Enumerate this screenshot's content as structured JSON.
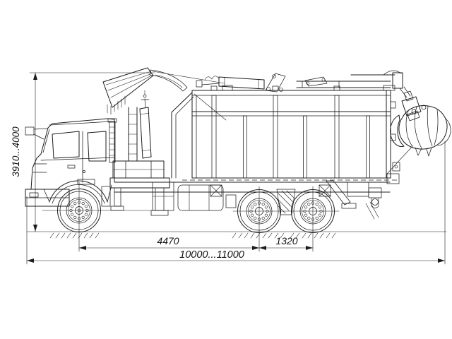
{
  "drawing": {
    "subject": "Scrap-hauler truck (6x4 chassis) with loader crane and orange-peel grapple, side elevation",
    "style": "black-line technical drawing on white",
    "stroke_color": "#1c1c1c",
    "background_color": "#ffffff",
    "labels": {
      "overall_height": "3910...4000",
      "wheelbase": "4470",
      "bogie_axle_spacing": "1320",
      "overall_length": "10000...11000"
    }
  }
}
